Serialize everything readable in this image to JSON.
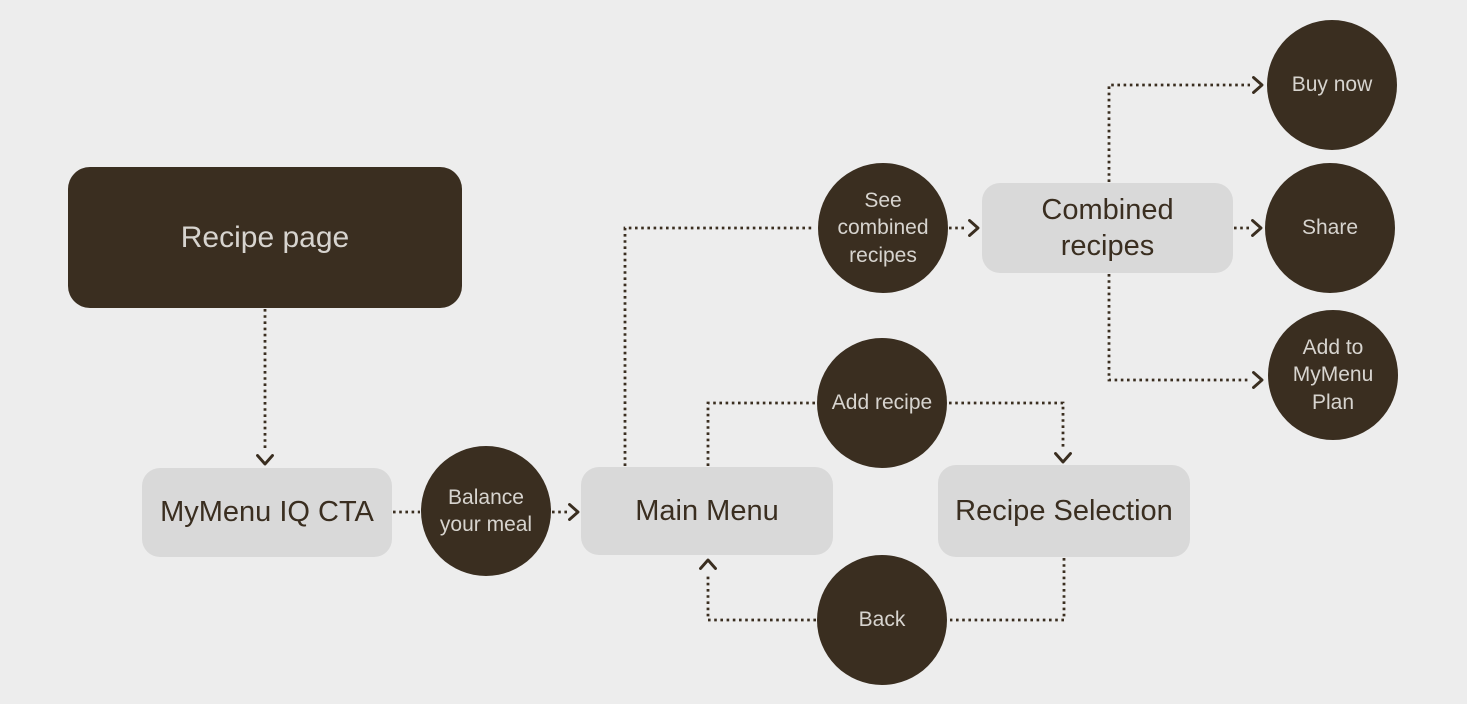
{
  "diagram": {
    "type": "user-flow-flowchart",
    "colors": {
      "background": "#ededed",
      "node_dark_fill": "#3a2e20",
      "node_light_fill": "#d9d9d9",
      "text_on_dark": "#d7d4cf",
      "text_on_light": "#3a2e20",
      "connector": "#3a2e20"
    },
    "connector_style": "dotted with open chevron arrowheads"
  },
  "nodes": {
    "recipe_page": {
      "label": "Recipe page",
      "shape": "rounded-rect",
      "tone": "dark"
    },
    "mymenu_iq_cta": {
      "label": "MyMenu IQ CTA",
      "shape": "rounded-rect",
      "tone": "light"
    },
    "balance_your_meal": {
      "label": "Balance your meal",
      "shape": "circle",
      "tone": "dark"
    },
    "main_menu": {
      "label": "Main Menu",
      "shape": "rounded-rect",
      "tone": "light"
    },
    "see_combined_recipes": {
      "label": "See combined recipes",
      "shape": "circle",
      "tone": "dark"
    },
    "combined_recipes": {
      "label": "Combined recipes",
      "shape": "rounded-rect",
      "tone": "light"
    },
    "buy_now": {
      "label": "Buy now",
      "shape": "circle",
      "tone": "dark"
    },
    "share": {
      "label": "Share",
      "shape": "circle",
      "tone": "dark"
    },
    "add_to_mymenu_plan": {
      "label": "Add to MyMenu Plan",
      "shape": "circle",
      "tone": "dark"
    },
    "add_recipe": {
      "label": "Add recipe",
      "shape": "circle",
      "tone": "dark"
    },
    "recipe_selection": {
      "label": "Recipe Selection",
      "shape": "rounded-rect",
      "tone": "light"
    },
    "back": {
      "label": "Back",
      "shape": "circle",
      "tone": "dark"
    }
  },
  "edges": [
    {
      "from": "recipe_page",
      "to": "mymenu_iq_cta",
      "via": null
    },
    {
      "from": "mymenu_iq_cta",
      "to": "main_menu",
      "via": "balance_your_meal"
    },
    {
      "from": "main_menu",
      "to": "combined_recipes",
      "via": "see_combined_recipes"
    },
    {
      "from": "combined_recipes",
      "to": "buy_now",
      "via": null
    },
    {
      "from": "combined_recipes",
      "to": "share",
      "via": null
    },
    {
      "from": "combined_recipes",
      "to": "add_to_mymenu_plan",
      "via": null
    },
    {
      "from": "main_menu",
      "to": "recipe_selection",
      "via": "add_recipe"
    },
    {
      "from": "recipe_selection",
      "to": "main_menu",
      "via": "back"
    }
  ]
}
